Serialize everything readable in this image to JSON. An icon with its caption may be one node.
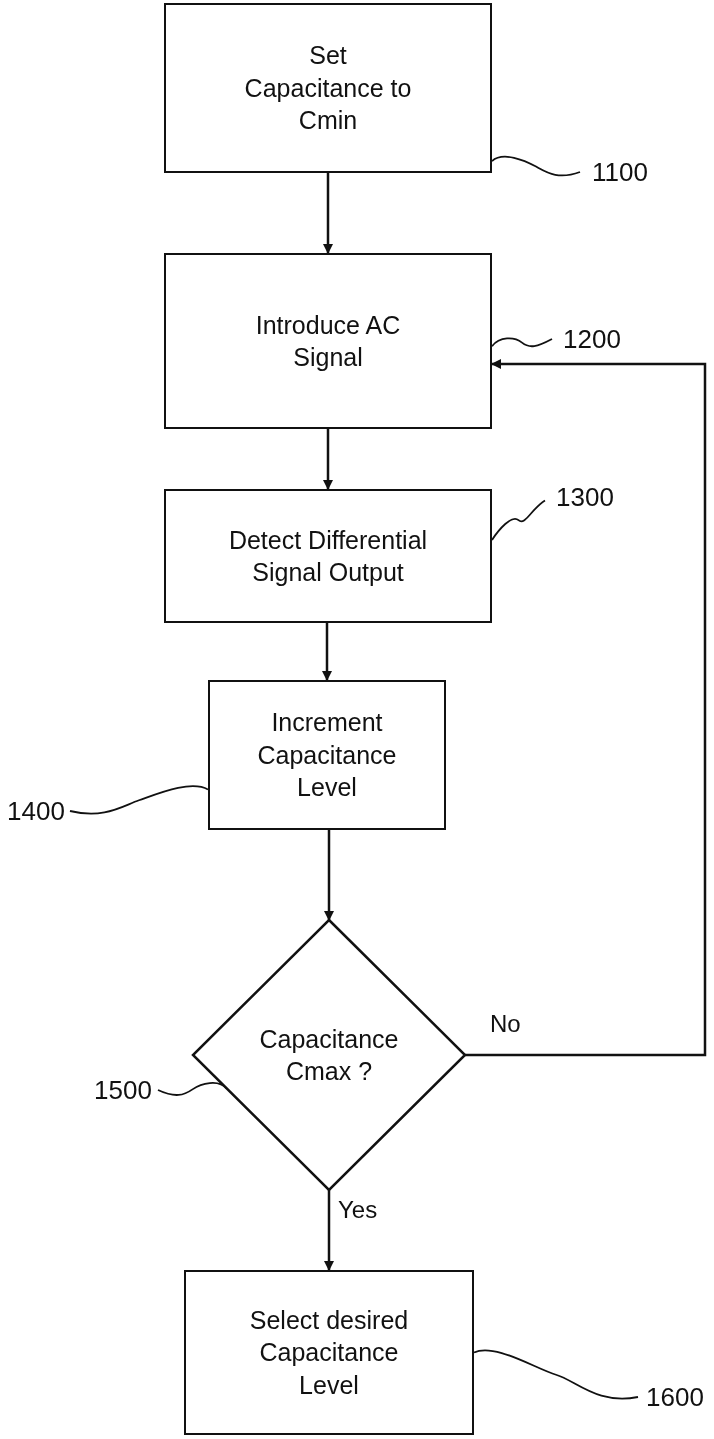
{
  "diagram": {
    "nodes": [
      {
        "text": [
          "Set Capacitance to Cmin"
        ]
      },
      {
        "text": [
          "Introduce AC Signal"
        ]
      },
      {
        "text": [
          "Detect Differential Signal Output"
        ]
      },
      {
        "text": [
          "Increment Capacitance Level"
        ]
      },
      {
        "text": [
          "Capacitance Cmax ?"
        ]
      },
      {
        "text": [
          "Select desired Capacitance Level"
        ]
      },
      {
        "text": [
          "1100"
        ]
      },
      {
        "text": [
          "1200"
        ]
      },
      {
        "text": [
          "1300"
        ]
      },
      {
        "text": [
          "1400"
        ]
      },
      {
        "text": [
          "1500"
        ]
      },
      {
        "text": [
          "1600"
        ]
      }
    ],
    "edges": [
      {
        "from": 0,
        "to": 1,
        "arrow": "to"
      },
      {
        "from": 1,
        "to": 2,
        "arrow": "to"
      },
      {
        "from": 2,
        "to": 3,
        "arrow": "to"
      },
      {
        "from": 3,
        "to": 4,
        "arrow": "to"
      },
      {
        "from": 4,
        "to": 1,
        "arrow": "to",
        "label": "No"
      },
      {
        "from": 4,
        "to": 5,
        "arrow": "to",
        "label": "Yes"
      },
      {
        "from": 6,
        "to": 0,
        "arrow": "none"
      },
      {
        "from": 7,
        "to": 1,
        "arrow": "none"
      },
      {
        "from": 8,
        "to": 2,
        "arrow": "none"
      },
      {
        "from": 9,
        "to": 3,
        "arrow": "none"
      },
      {
        "from": 10,
        "to": 4,
        "arrow": "none"
      },
      {
        "from": 11,
        "to": 5,
        "arrow": "none"
      }
    ]
  }
}
